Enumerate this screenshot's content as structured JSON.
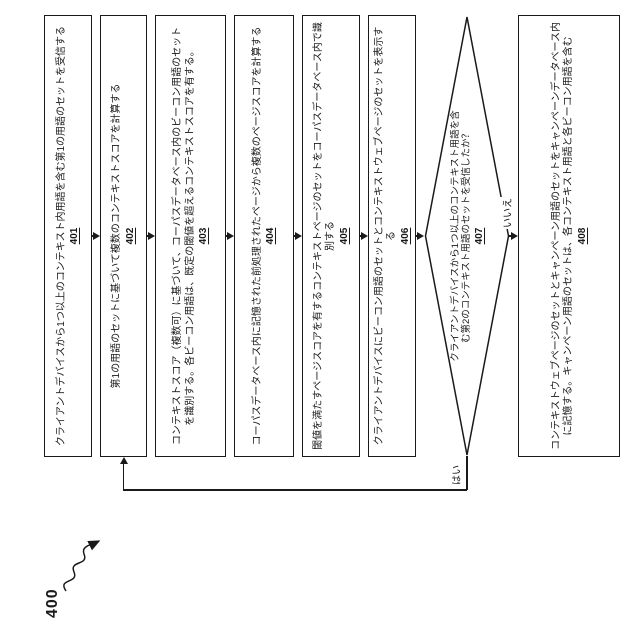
{
  "figure": {
    "reference_label": "400",
    "yes_label": "はい",
    "no_label": "いいえ",
    "nodes": [
      {
        "id": "401",
        "type": "process",
        "text": "クライアントデバイスから1つ以上のコンテキスト内用語を含む第1の用語のセットを受信する"
      },
      {
        "id": "402",
        "type": "process",
        "text": "第1の用語のセットに基づいて複数のコンテキストスコアを計算する"
      },
      {
        "id": "403",
        "type": "process",
        "text": "コンテキストスコア（複数可）に基づいて、コーパスデータベース内のビーコン用語のセットを識別する。各ビーコン用語は、既定の閾値を超えるコンテキストスコアを有する。"
      },
      {
        "id": "404",
        "type": "process",
        "text": "コーパスデータベース内に記憶された前処理されたページから複数のページスコアを計算する"
      },
      {
        "id": "405",
        "type": "process",
        "text": "閾値を満たすページスコアを有するコンテキストページのセットをコーパスデータベース内で識別する"
      },
      {
        "id": "406",
        "type": "process",
        "text": "クライアントデバイスにビーコン用語のセットとコンテキストウェブページのセットを表示する"
      },
      {
        "id": "407",
        "type": "decision",
        "text": "クライアントデバイスから1つ以上のコンテキスト用語を含む第2のコンテキスト用語のセットを受信したか？"
      },
      {
        "id": "408",
        "type": "process",
        "text": "コンテキストウェブページのセットとキャンペーン用語のセットをキャンペーンデータベース内に記憶する。キャンペーン用語のセットは、各コンテキスト用語と各ビーコン用語を含む"
      }
    ]
  }
}
